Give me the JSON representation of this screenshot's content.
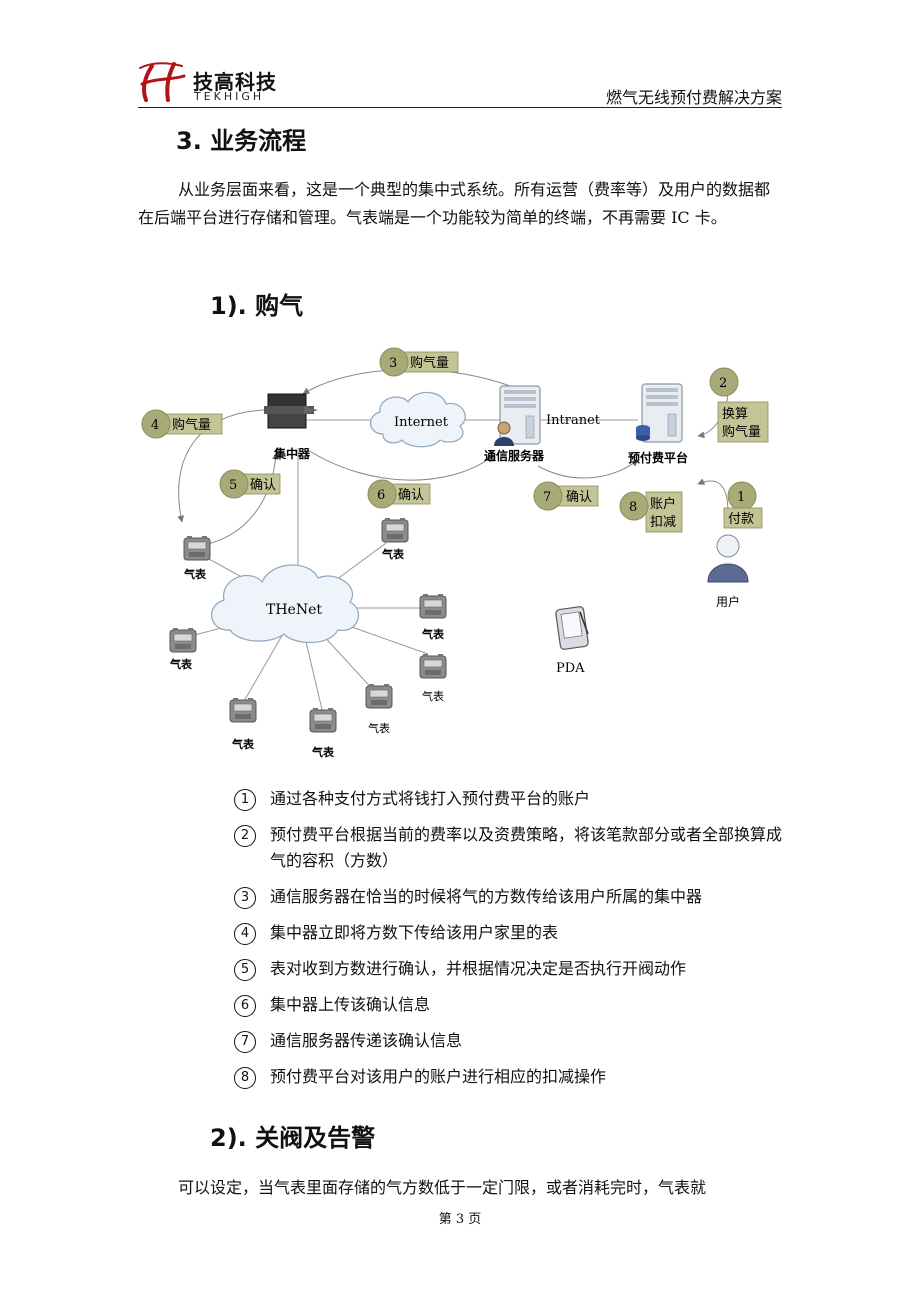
{
  "header": {
    "brand_cn": "技高科技",
    "brand_en": "TEKHIGH",
    "doc_title": "燃气无线预付费解决方案"
  },
  "section": {
    "title": "3. 业务流程",
    "intro": "从业务层面来看，这是一个典型的集中式系统。所有运营（费率等）及用户的数据都在后端平台进行存储和管理。气表端是一个功能较为简单的终端，不再需要 IC 卡。"
  },
  "subsection1": {
    "title": "1). 购气"
  },
  "diagram": {
    "nodes": {
      "concentrator": "集中器",
      "internet": "Internet",
      "comm_server": "通信服务器",
      "intranet": "Intranet",
      "platform": "预付费平台",
      "user": "用户",
      "thenet": "THeNet",
      "pda": "PDA",
      "meter": "气表"
    },
    "flow_labels": {
      "s1_num": "1",
      "s1_text": "付款",
      "s2_num": "2",
      "s2_text_line1": "换算",
      "s2_text_line2": "购气量",
      "s3_num": "3",
      "s3_text": "购气量",
      "s4_num": "4",
      "s4_text": "购气量",
      "s5_num": "5",
      "s5_text": "确认",
      "s6_num": "6",
      "s6_text": "确认",
      "s7_num": "7",
      "s7_text": "确认",
      "s8_num": "8",
      "s8_text_line1": "账户",
      "s8_text_line2": "扣减"
    },
    "colors": {
      "badge_fill": "#a8ab78",
      "badge_stroke": "#8a8c5a",
      "label_fill": "#c3c596"
    }
  },
  "steps": [
    {
      "num": "1",
      "text": "通过各种支付方式将钱打入预付费平台的账户"
    },
    {
      "num": "2",
      "text": "预付费平台根据当前的费率以及资费策略，将该笔款部分或者全部换算成气的容积（方数）"
    },
    {
      "num": "3",
      "text": "通信服务器在恰当的时候将气的方数传给该用户所属的集中器"
    },
    {
      "num": "4",
      "text": "集中器立即将方数下传给该用户家里的表"
    },
    {
      "num": "5",
      "text": "表对收到方数进行确认，并根据情况决定是否执行开阀动作"
    },
    {
      "num": "6",
      "text": "集中器上传该确认信息"
    },
    {
      "num": "7",
      "text": "通信服务器传递该确认信息"
    },
    {
      "num": "8",
      "text": "预付费平台对该用户的账户进行相应的扣减操作"
    }
  ],
  "subsection2": {
    "title": "2). 关阀及告警",
    "para": "可以设定，当气表里面存储的气方数低于一定门限，或者消耗完时，气表就"
  },
  "footer": {
    "page": "第 3 页"
  }
}
